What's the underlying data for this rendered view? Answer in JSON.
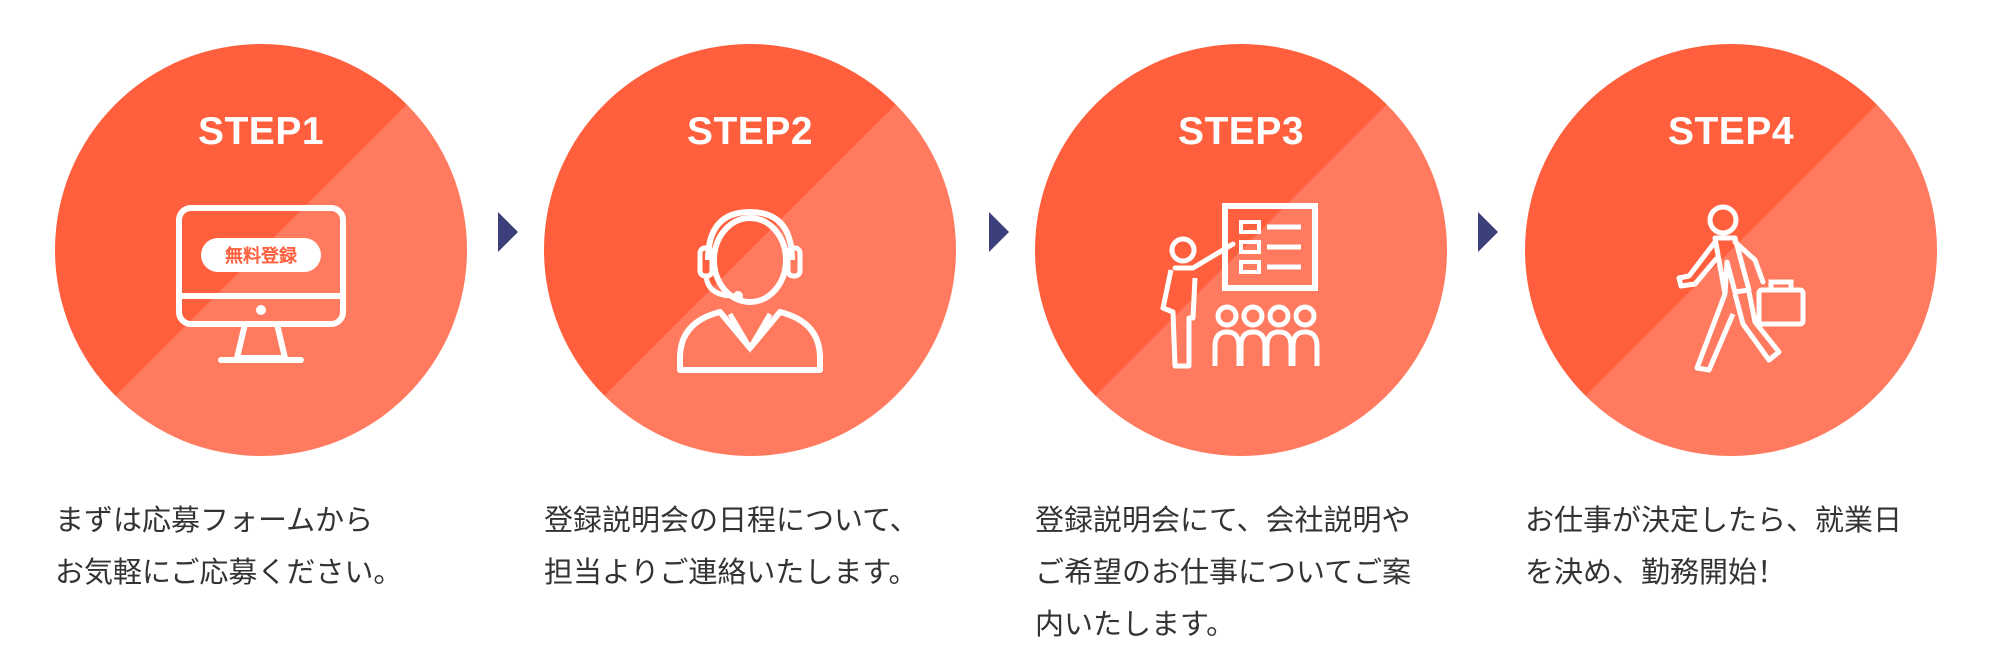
{
  "steps": [
    {
      "label": "STEP1",
      "icon": "computer-registration-icon",
      "badge_text": "無料登録",
      "desc_lines": [
        "まずは応募フォームから",
        "お気軽にご応募ください。"
      ]
    },
    {
      "label": "STEP2",
      "icon": "operator-headset-icon",
      "desc_lines": [
        "登録説明会の日程について、",
        "担当よりご連絡いたします。"
      ]
    },
    {
      "label": "STEP3",
      "icon": "presentation-audience-icon",
      "desc_lines": [
        "登録説明会にて、会社説明や",
        "ご希望のお仕事についてご案",
        "内いたします。"
      ]
    },
    {
      "label": "STEP4",
      "icon": "walking-businessperson-icon",
      "desc_lines": [
        "お仕事が決定したら、就業日",
        "を決め、勤務開始！"
      ]
    }
  ],
  "colors": {
    "circle_dark": "#ff5f3c",
    "circle_light": "#ff7a5e",
    "arrow": "#3b3f7a",
    "text": "#333333"
  }
}
